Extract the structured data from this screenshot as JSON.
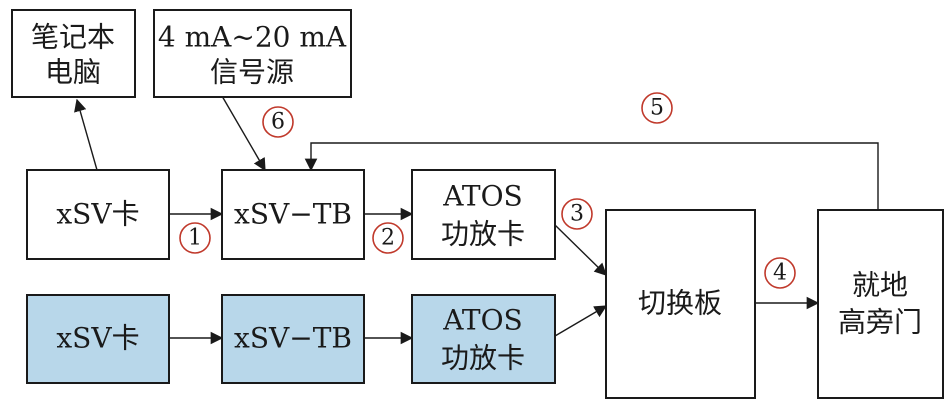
{
  "nodes": {
    "laptop": [
      "笔记本",
      "电脑"
    ],
    "signal_source": [
      "4 mA~20 mA",
      "信号源"
    ],
    "xsv_card_1": [
      "xSV卡"
    ],
    "xsv_tb_1": [
      "xSV−TB"
    ],
    "atos_1": [
      "ATOS",
      "功放卡"
    ],
    "xsv_card_2": [
      "xSV卡"
    ],
    "xsv_tb_2": [
      "xSV−TB"
    ],
    "atos_2": [
      "ATOS",
      "功放卡"
    ],
    "switch_board": [
      "切换板"
    ],
    "local_valve": [
      "就地",
      "高旁门"
    ]
  },
  "markers": [
    "1",
    "2",
    "3",
    "4",
    "5",
    "6"
  ],
  "colors": {
    "stroke": "#1a1a1a",
    "fill_highlight": "#b8d7ea",
    "marker_circle": "#c0392b"
  }
}
